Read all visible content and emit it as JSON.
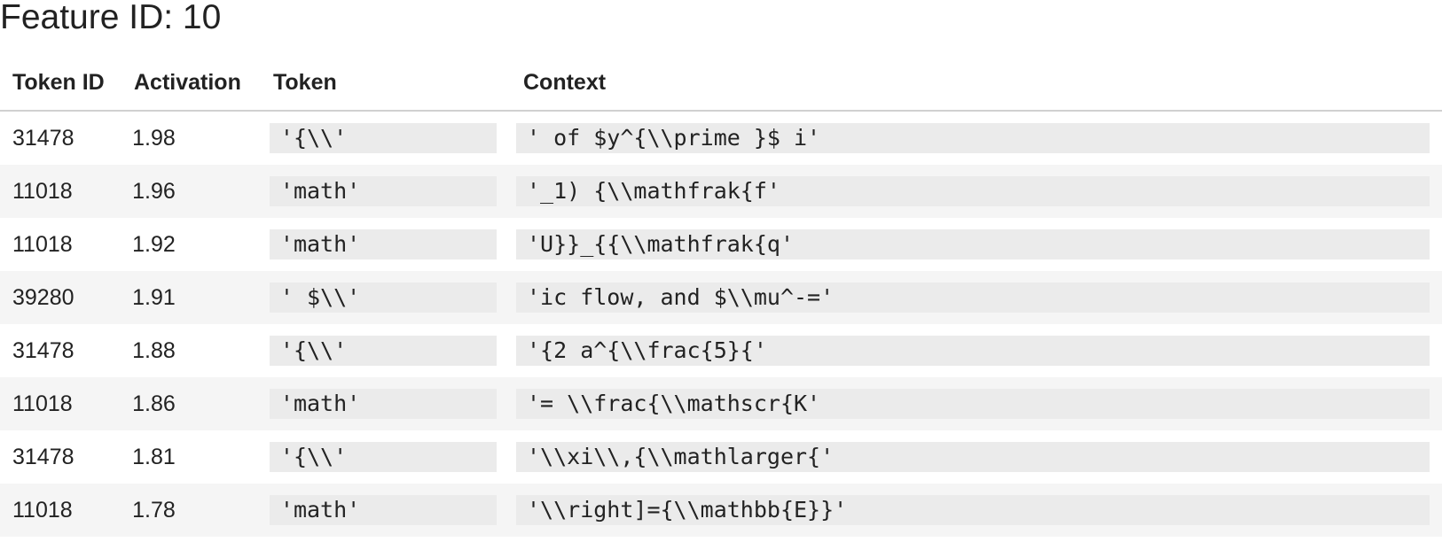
{
  "page": {
    "title": "Feature ID: 10"
  },
  "table": {
    "headers": {
      "token_id": "Token ID",
      "activation": "Activation",
      "token": "Token",
      "context": "Context"
    },
    "rows": [
      {
        "token_id": "31478",
        "activation": "1.98",
        "token": "'{\\\\'",
        "context": "' of $y^{\\\\prime }$ i'"
      },
      {
        "token_id": "11018",
        "activation": "1.96",
        "token": "'math'",
        "context": "'_1) {\\\\mathfrak{f'"
      },
      {
        "token_id": "11018",
        "activation": "1.92",
        "token": "'math'",
        "context": "'U}}_{{\\\\mathfrak{q'"
      },
      {
        "token_id": "39280",
        "activation": "1.91",
        "token": "' $\\\\'",
        "context": "'ic flow, and $\\\\mu^-='"
      },
      {
        "token_id": "31478",
        "activation": "1.88",
        "token": "'{\\\\'",
        "context": "'{2 a^{\\\\frac{5}{'"
      },
      {
        "token_id": "11018",
        "activation": "1.86",
        "token": "'math'",
        "context": "'= \\\\frac{\\\\mathscr{K'"
      },
      {
        "token_id": "31478",
        "activation": "1.81",
        "token": "'{\\\\'",
        "context": "'\\\\xi\\\\,{\\\\mathlarger{'"
      },
      {
        "token_id": "11018",
        "activation": "1.78",
        "token": "'math'",
        "context": "'\\\\right]={\\\\mathbb{E}}'"
      }
    ]
  }
}
